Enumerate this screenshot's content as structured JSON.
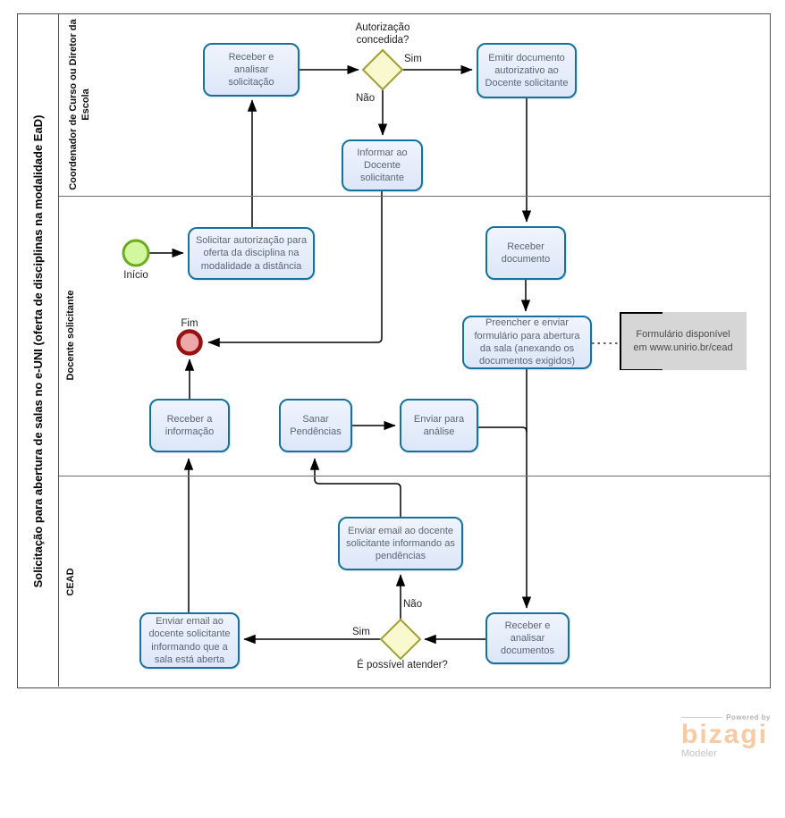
{
  "pool": {
    "title": "Solicitação para abertura de salas no e-UNI (oferta de disciplinas na modalidade EaD)",
    "lanes": {
      "lane1": "Coordenador de Curso ou Diretor da Escola",
      "lane2": "Docente  solicitante",
      "lane3": "CEAD"
    }
  },
  "events": {
    "start": "Início",
    "end": "Fim"
  },
  "tasks": {
    "receber_solicitacao": "Receber  e analisar solicitação",
    "emitir_documento": "Emitir documento autorizativo ao Docente solicitante",
    "informar_docente": "Informar ao Docente solicitante",
    "solicitar_autorizacao": "Solicitar autorização para oferta da disciplina na modalidade a distância",
    "receber_documento": "Receber documento",
    "preencher_formulario": "Preencher e enviar formulário para abertura da sala (anexando os documentos exigidos)",
    "receber_informacao": "Receber a informação",
    "sanar_pendencias": "Sanar Pendências",
    "enviar_analise": "Enviar para análise",
    "enviar_email_pendencias": "Enviar email ao docente solicitante informando as pendências",
    "enviar_email_aberta": "Enviar email ao docente solicitante informando que a sala está aberta",
    "receber_documentos": "Receber e analisar documentos"
  },
  "gateways": {
    "autorizacao": "Autorização concedida?",
    "atender": "É possível atender?"
  },
  "flow_labels": {
    "sim1": "Sim",
    "nao1": "Não",
    "sim2": "Sim",
    "nao2": "Não"
  },
  "annotation": {
    "text": "Formulário disponível em www.unirio.br/cead"
  },
  "branding": {
    "powered_by": "Powered by",
    "brand": "bizagi",
    "product": "Modeler"
  },
  "colors": {
    "task_border": "#15719e",
    "task_fill": "#e6edfa",
    "gateway_fill": "#f9f9cf",
    "gateway_border": "#9f9f33",
    "start_fill": "#d2f79e",
    "start_border": "#6cab1f",
    "end_fill": "#eda9a9",
    "end_border": "#991111",
    "annotation_fill": "#d6d6d6",
    "brand_orange": "#f8caa2",
    "flow_line": "#000000",
    "pool_border": "#4d4d4d"
  }
}
